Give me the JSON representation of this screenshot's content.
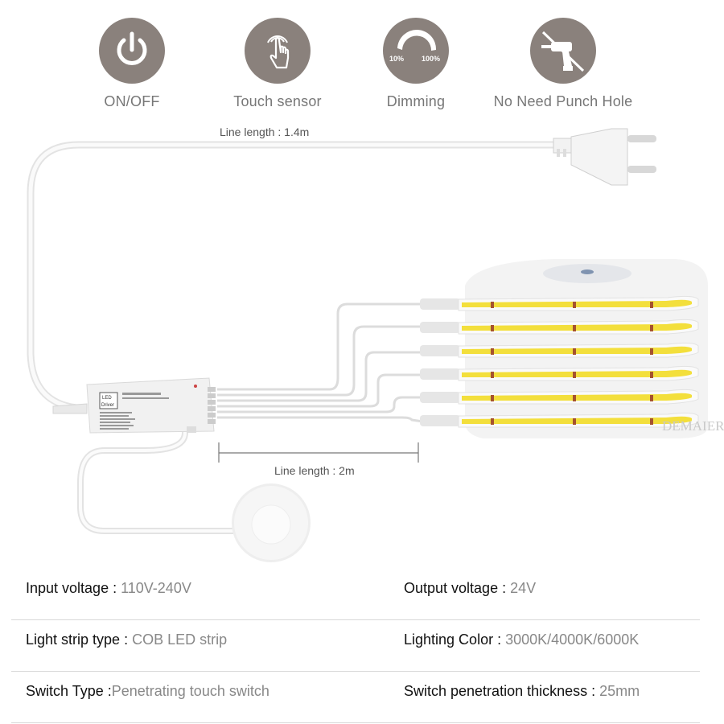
{
  "features": [
    {
      "label": "ON/OFF",
      "icon": "power-icon"
    },
    {
      "label": "Touch sensor",
      "icon": "touch-hand-icon"
    },
    {
      "label": "Dimming",
      "icon": "dimming-icon",
      "min": "10%",
      "max": "100%"
    },
    {
      "label": "No Need Punch Hole",
      "icon": "no-drill-icon"
    }
  ],
  "diagram": {
    "plug_line_label": "Line length : 1.4m",
    "strip_line_label": "Line length : 2m",
    "watermark": "DEMAIER",
    "strip_count": 6,
    "strip_color": "#f3df3c",
    "accent_color": "#8a817c"
  },
  "specs": [
    {
      "left": {
        "key": "Input voltage",
        "value": "110V-240V"
      },
      "right": {
        "key": "Output voltage",
        "value": "24V"
      }
    },
    {
      "left": {
        "key": "Light strip type",
        "value": "COB LED strip"
      },
      "right": {
        "key": "Lighting Color",
        "value": "3000K/4000K/6000K"
      }
    },
    {
      "left": {
        "key": "Switch Type",
        "value": "Penetrating touch switch"
      },
      "right": {
        "key": "Switch penetration thickness",
        "value": "25mm"
      }
    }
  ]
}
